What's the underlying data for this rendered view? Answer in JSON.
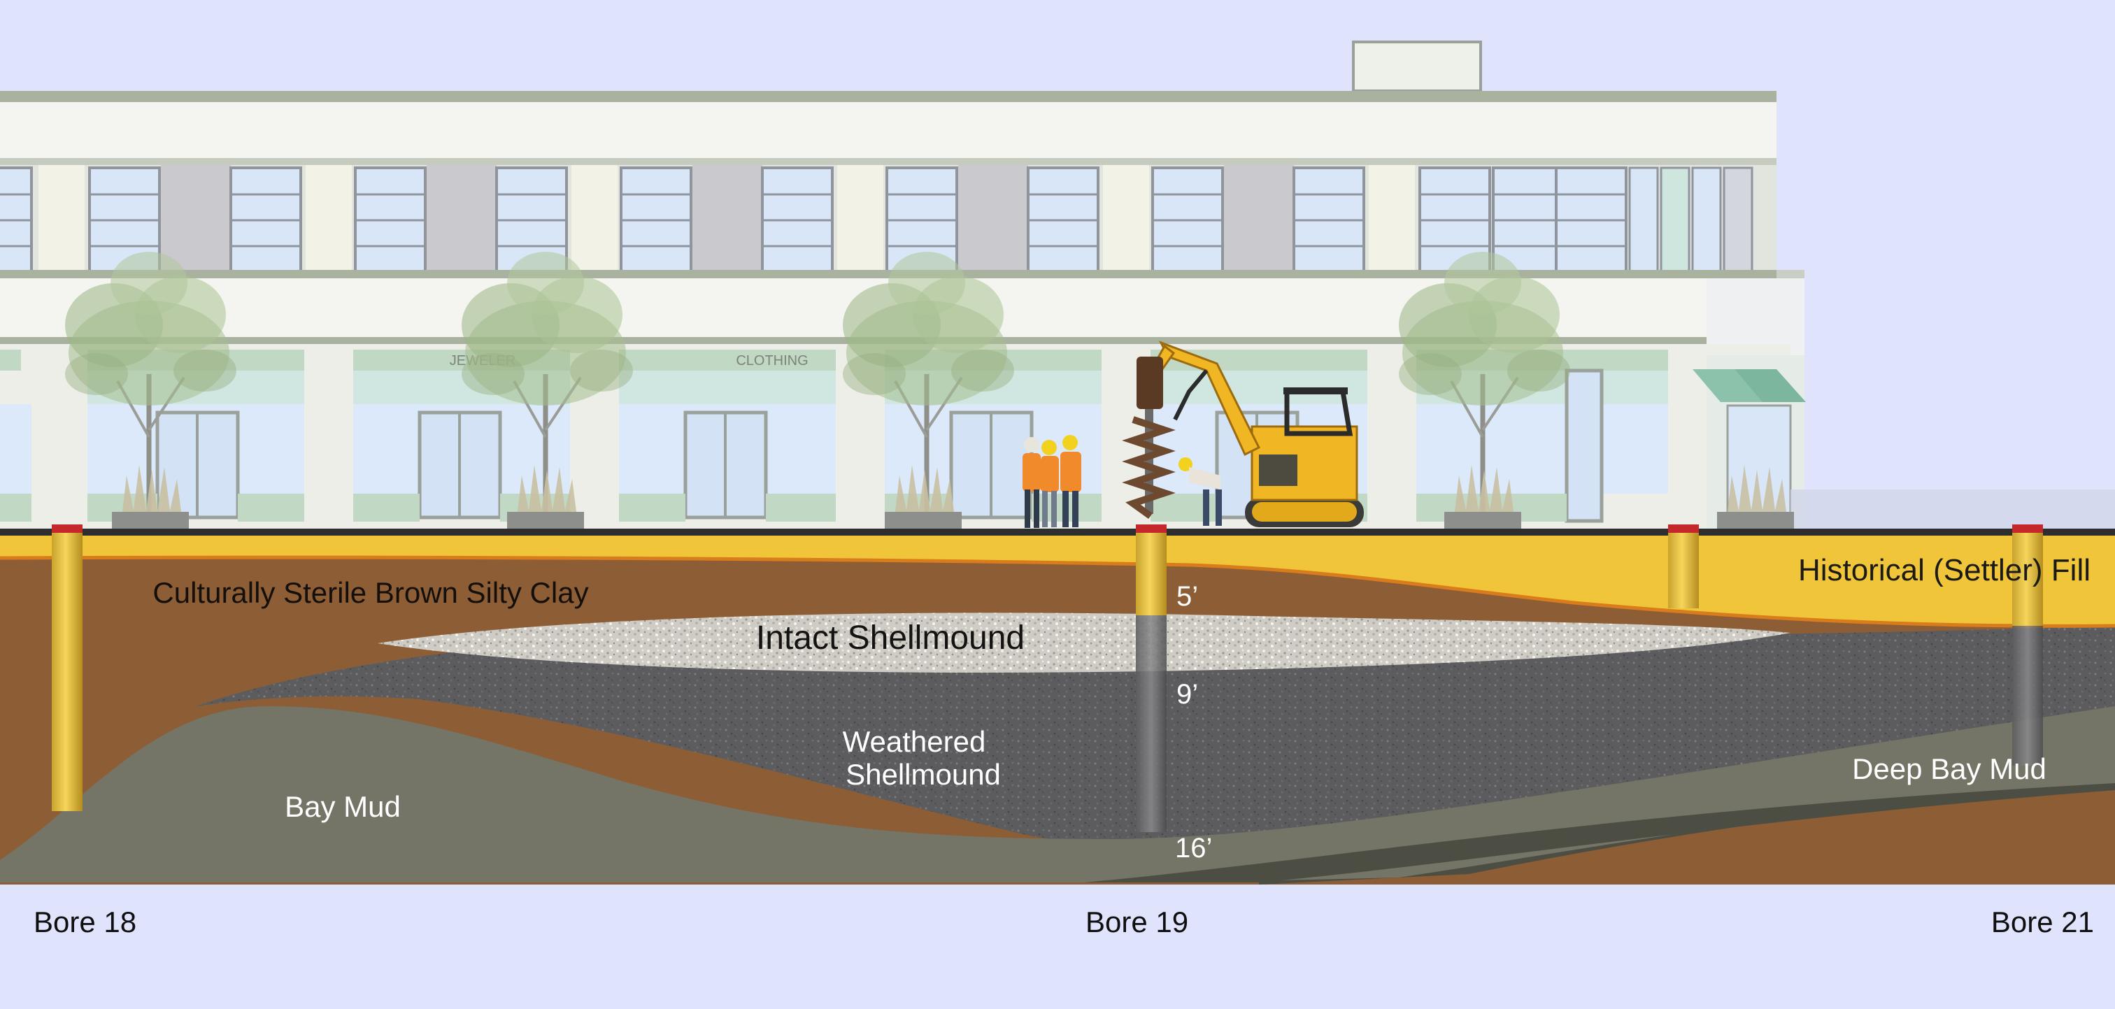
{
  "colors": {
    "sky": "#dfe3fb",
    "settler_fill": "#f0c53a",
    "brown_silty_clay": "#8d5e35",
    "intact_shellmound": "#c9c6bf",
    "weathered_shellmound": "#5d5d5f",
    "bay_mud": "#747467",
    "deep_bay_mud": "#4d4e43",
    "building_wall": "#f3f5ee",
    "glass": "#dbe9fb",
    "bore_pipe": "#f4cf48",
    "bore_cap": "#c5282a"
  },
  "icons": [
    "tree-icon",
    "excavator-icon",
    "auger-drill-icon",
    "worker-icon",
    "bore-pipe-icon"
  ],
  "storefront_signs": {
    "sign_1": "JEWELER",
    "sign_2": "CLOTHING"
  },
  "layers": {
    "settler_fill": "Historical (Settler) Fill",
    "brown_silty_clay": "Culturally Sterile Brown Silty Clay",
    "intact_shellmound": "Intact Shellmound",
    "weathered_shellmound_line1": "Weathered",
    "weathered_shellmound_line2": "Shellmound",
    "bay_mud": "Bay Mud",
    "deep_bay_mud": "Deep Bay Mud"
  },
  "depth_marks": {
    "d1": "5’",
    "d2": "9’",
    "d3": "16’"
  },
  "bores": {
    "b18": "Bore 18",
    "b19": "Bore 19",
    "b21": "Bore 21"
  }
}
